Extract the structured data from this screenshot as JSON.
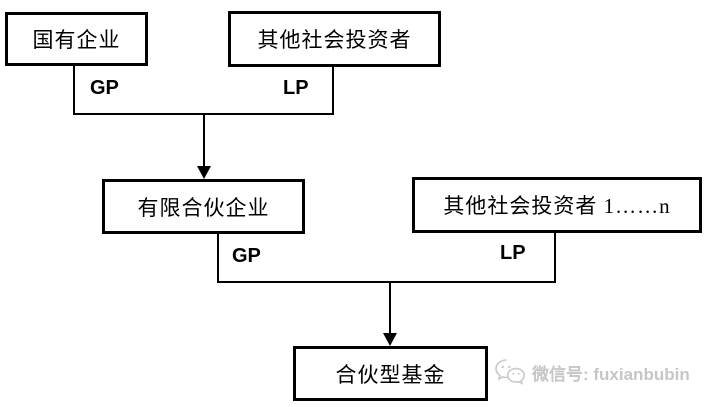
{
  "diagram": {
    "type": "flowchart",
    "nodes": [
      {
        "id": "soe",
        "label": "国有企业"
      },
      {
        "id": "other-investors",
        "label": "其他社会投资者"
      },
      {
        "id": "limited-partnership-enterprise",
        "label": "有限合伙企业"
      },
      {
        "id": "other-investors-n",
        "label": "其他社会投资者 1……n"
      },
      {
        "id": "partnership-fund",
        "label": "合伙型基金"
      }
    ],
    "role_labels": [
      {
        "id": "gp1",
        "label": "GP"
      },
      {
        "id": "lp1",
        "label": "LP"
      },
      {
        "id": "gp2",
        "label": "GP"
      },
      {
        "id": "lp2",
        "label": "LP"
      }
    ],
    "edges": [
      {
        "from": "soe",
        "to": "limited-partnership-enterprise",
        "role": "GP"
      },
      {
        "from": "other-investors",
        "to": "limited-partnership-enterprise",
        "role": "LP"
      },
      {
        "from": "limited-partnership-enterprise",
        "to": "partnership-fund",
        "role": "GP"
      },
      {
        "from": "other-investors-n",
        "to": "partnership-fund",
        "role": "LP"
      }
    ]
  },
  "watermark": {
    "icon": "wechat-icon",
    "label": "微信号: fuxianbubin",
    "color": "#c6c6c6"
  },
  "colors": {
    "line": "#000000",
    "background": "#ffffff"
  }
}
